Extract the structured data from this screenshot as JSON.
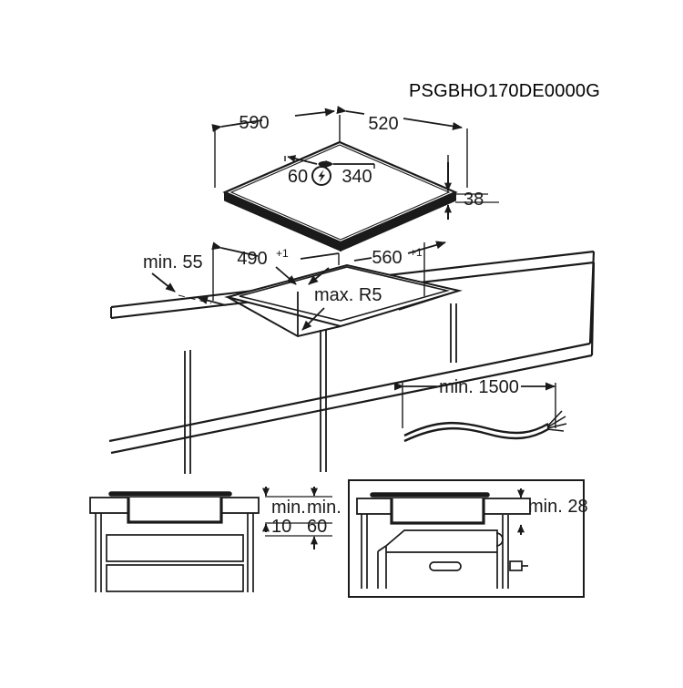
{
  "document": {
    "type": "appliance-installation-drawing",
    "model_code": "PSGBHO170DE0000G",
    "title": "Built-in hob installation dimensions"
  },
  "views": {
    "hob_overview": {
      "name": "hob-isometric-view",
      "dimensions": {
        "width": "590",
        "depth": "520",
        "height": "38",
        "connection_offset_left": "60",
        "connection_offset_right": "340"
      },
      "symbol": "electrical-connection-lightning"
    },
    "worktop_cutout": {
      "name": "worktop-cutout-view",
      "dimensions": {
        "cutout_depth": "490",
        "cutout_depth_tol": "+1",
        "cutout_width": "560",
        "cutout_width_tol": "+1",
        "corner_radius": "max. R5",
        "edge_distance": "min. 55"
      }
    },
    "cable": {
      "name": "mains-cable-view",
      "dimensions": {
        "length": "min. 1500"
      }
    },
    "section_drawer": {
      "name": "section-over-drawer-unit",
      "dimensions": {
        "clearance_top_prefix": "min.",
        "clearance_top_value": "10",
        "clearance_unit_prefix": "min.",
        "clearance_unit_value": "60"
      }
    },
    "section_oven": {
      "name": "section-over-oven",
      "dimensions": {
        "clearance": "min. 28"
      }
    }
  }
}
